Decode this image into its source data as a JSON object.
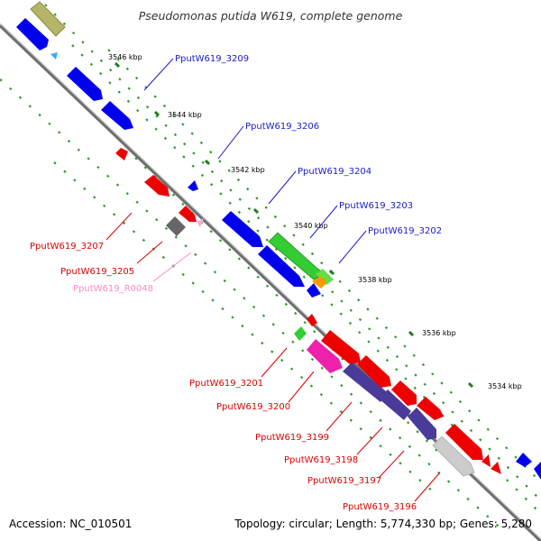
{
  "title": "Pseudomonas putida W619, complete genome",
  "accession": "Accession: NC_010501",
  "topology": "Topology: circular; Length: 5,774,330 bp; Genes: 5,280",
  "ticks": [
    "3546 kbp",
    "3544 kbp",
    "3542 kbp",
    "3540 kbp",
    "3538 kbp",
    "3536 kbp",
    "3534 kbp"
  ],
  "genes_upper": [
    "PputW619_3209",
    "PputW619_3206",
    "PputW619_3204",
    "PputW619_3203",
    "PputW619_3202"
  ],
  "genes_lower": [
    "PputW619_3207",
    "PputW619_3205",
    "PputW619_R0048",
    "PputW619_3201",
    "PputW619_3200",
    "PputW619_3199",
    "PputW619_3198",
    "PputW619_3197",
    "PputW619_3196"
  ],
  "colors": {
    "blue_label": "#1a1acc",
    "red_label": "#dd0000",
    "pink_label": "#ff88c8",
    "backbone": "#777777",
    "dots": "#2d9a2d"
  }
}
